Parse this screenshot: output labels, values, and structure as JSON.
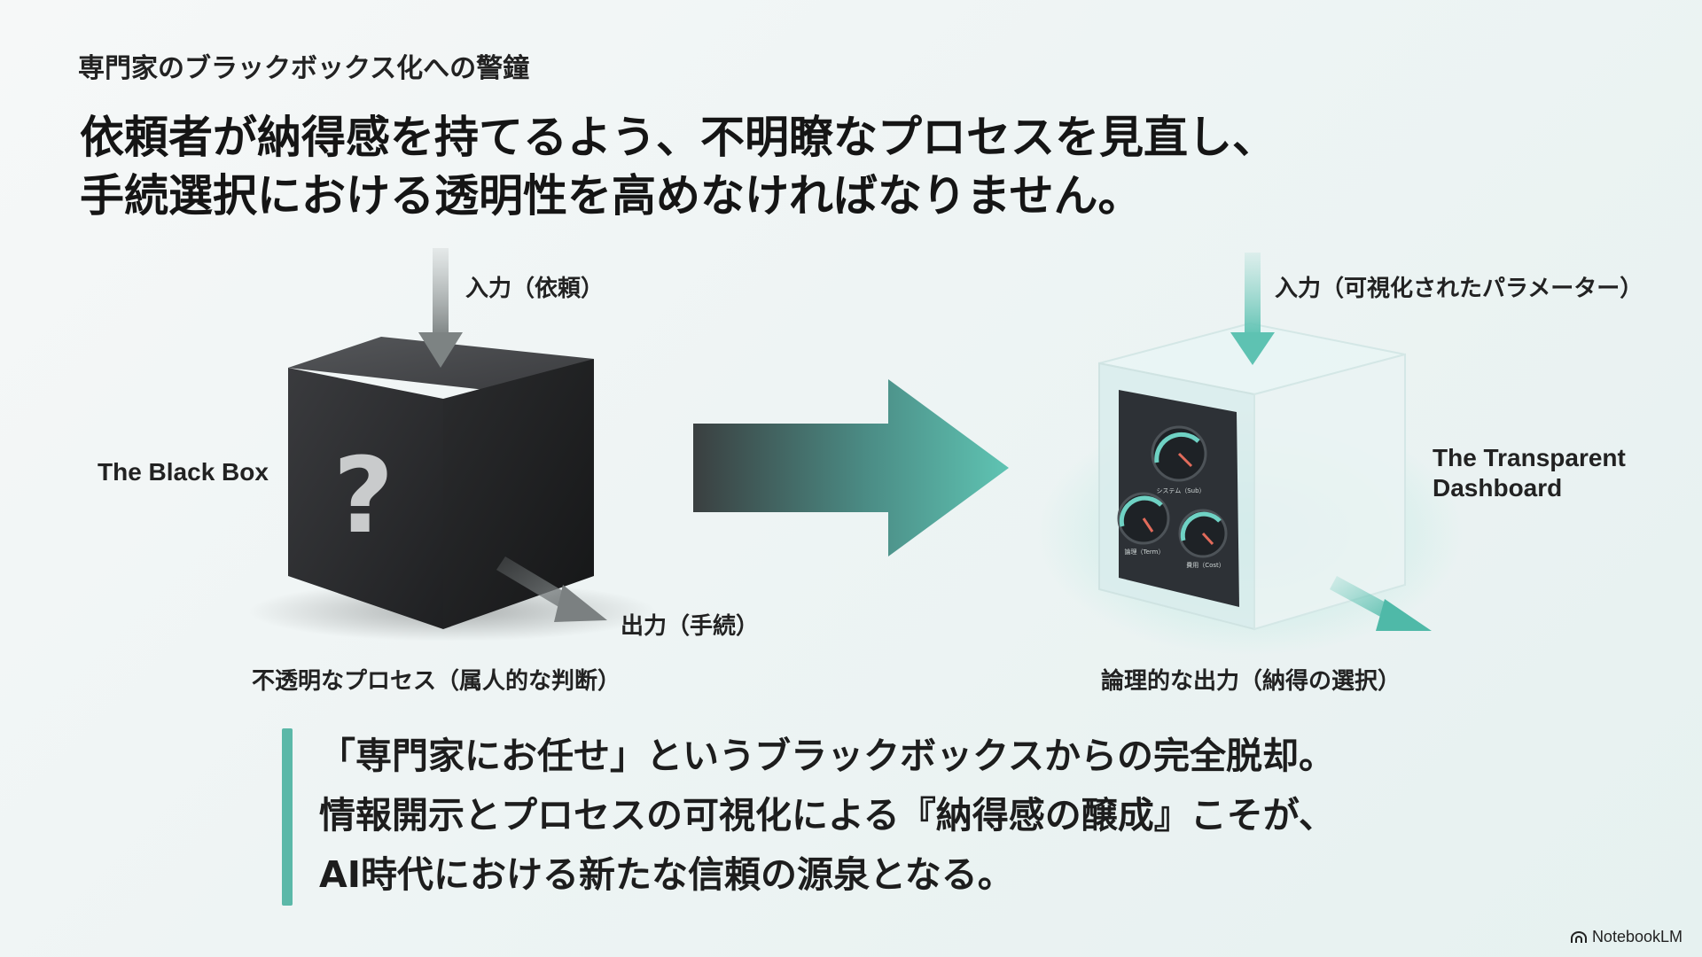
{
  "eyebrow": "専門家のブラックボックス化への警鐘",
  "headline": {
    "line1": "依頼者が納得感を持てるよう、不明瞭なプロセスを見直し、",
    "line2": "手続選択における透明性を高めなければなりません。"
  },
  "left_box": {
    "input_label": "入力（依頼）",
    "name_label": "The Black Box",
    "glyph": "?",
    "output_label": "出力（手続）",
    "caption": "不透明なプロセス（属人的な判断）"
  },
  "right_box": {
    "input_label": "入力（可視化されたパラメーター）",
    "name_line1": "The Transparent",
    "name_line2": "Dashboard",
    "output_label": "",
    "caption": "論理的な出力（納得の選択）",
    "gauges": [
      "システム（Sub）",
      "論理（Term）",
      "費用（Cost）"
    ]
  },
  "quote": {
    "line1": "「専門家にお任せ」というブラックボックスからの完全脱却。",
    "line2": "情報開示とプロセスの可視化による『納得感の醸成』こそが、",
    "line3": "AI時代における新たな信頼の源泉となる。"
  },
  "brand": "NotebookLM",
  "colors": {
    "accent": "#5bb8a8",
    "black_box": "#2b2c2e",
    "arrow_dark": "#3a3f40"
  }
}
